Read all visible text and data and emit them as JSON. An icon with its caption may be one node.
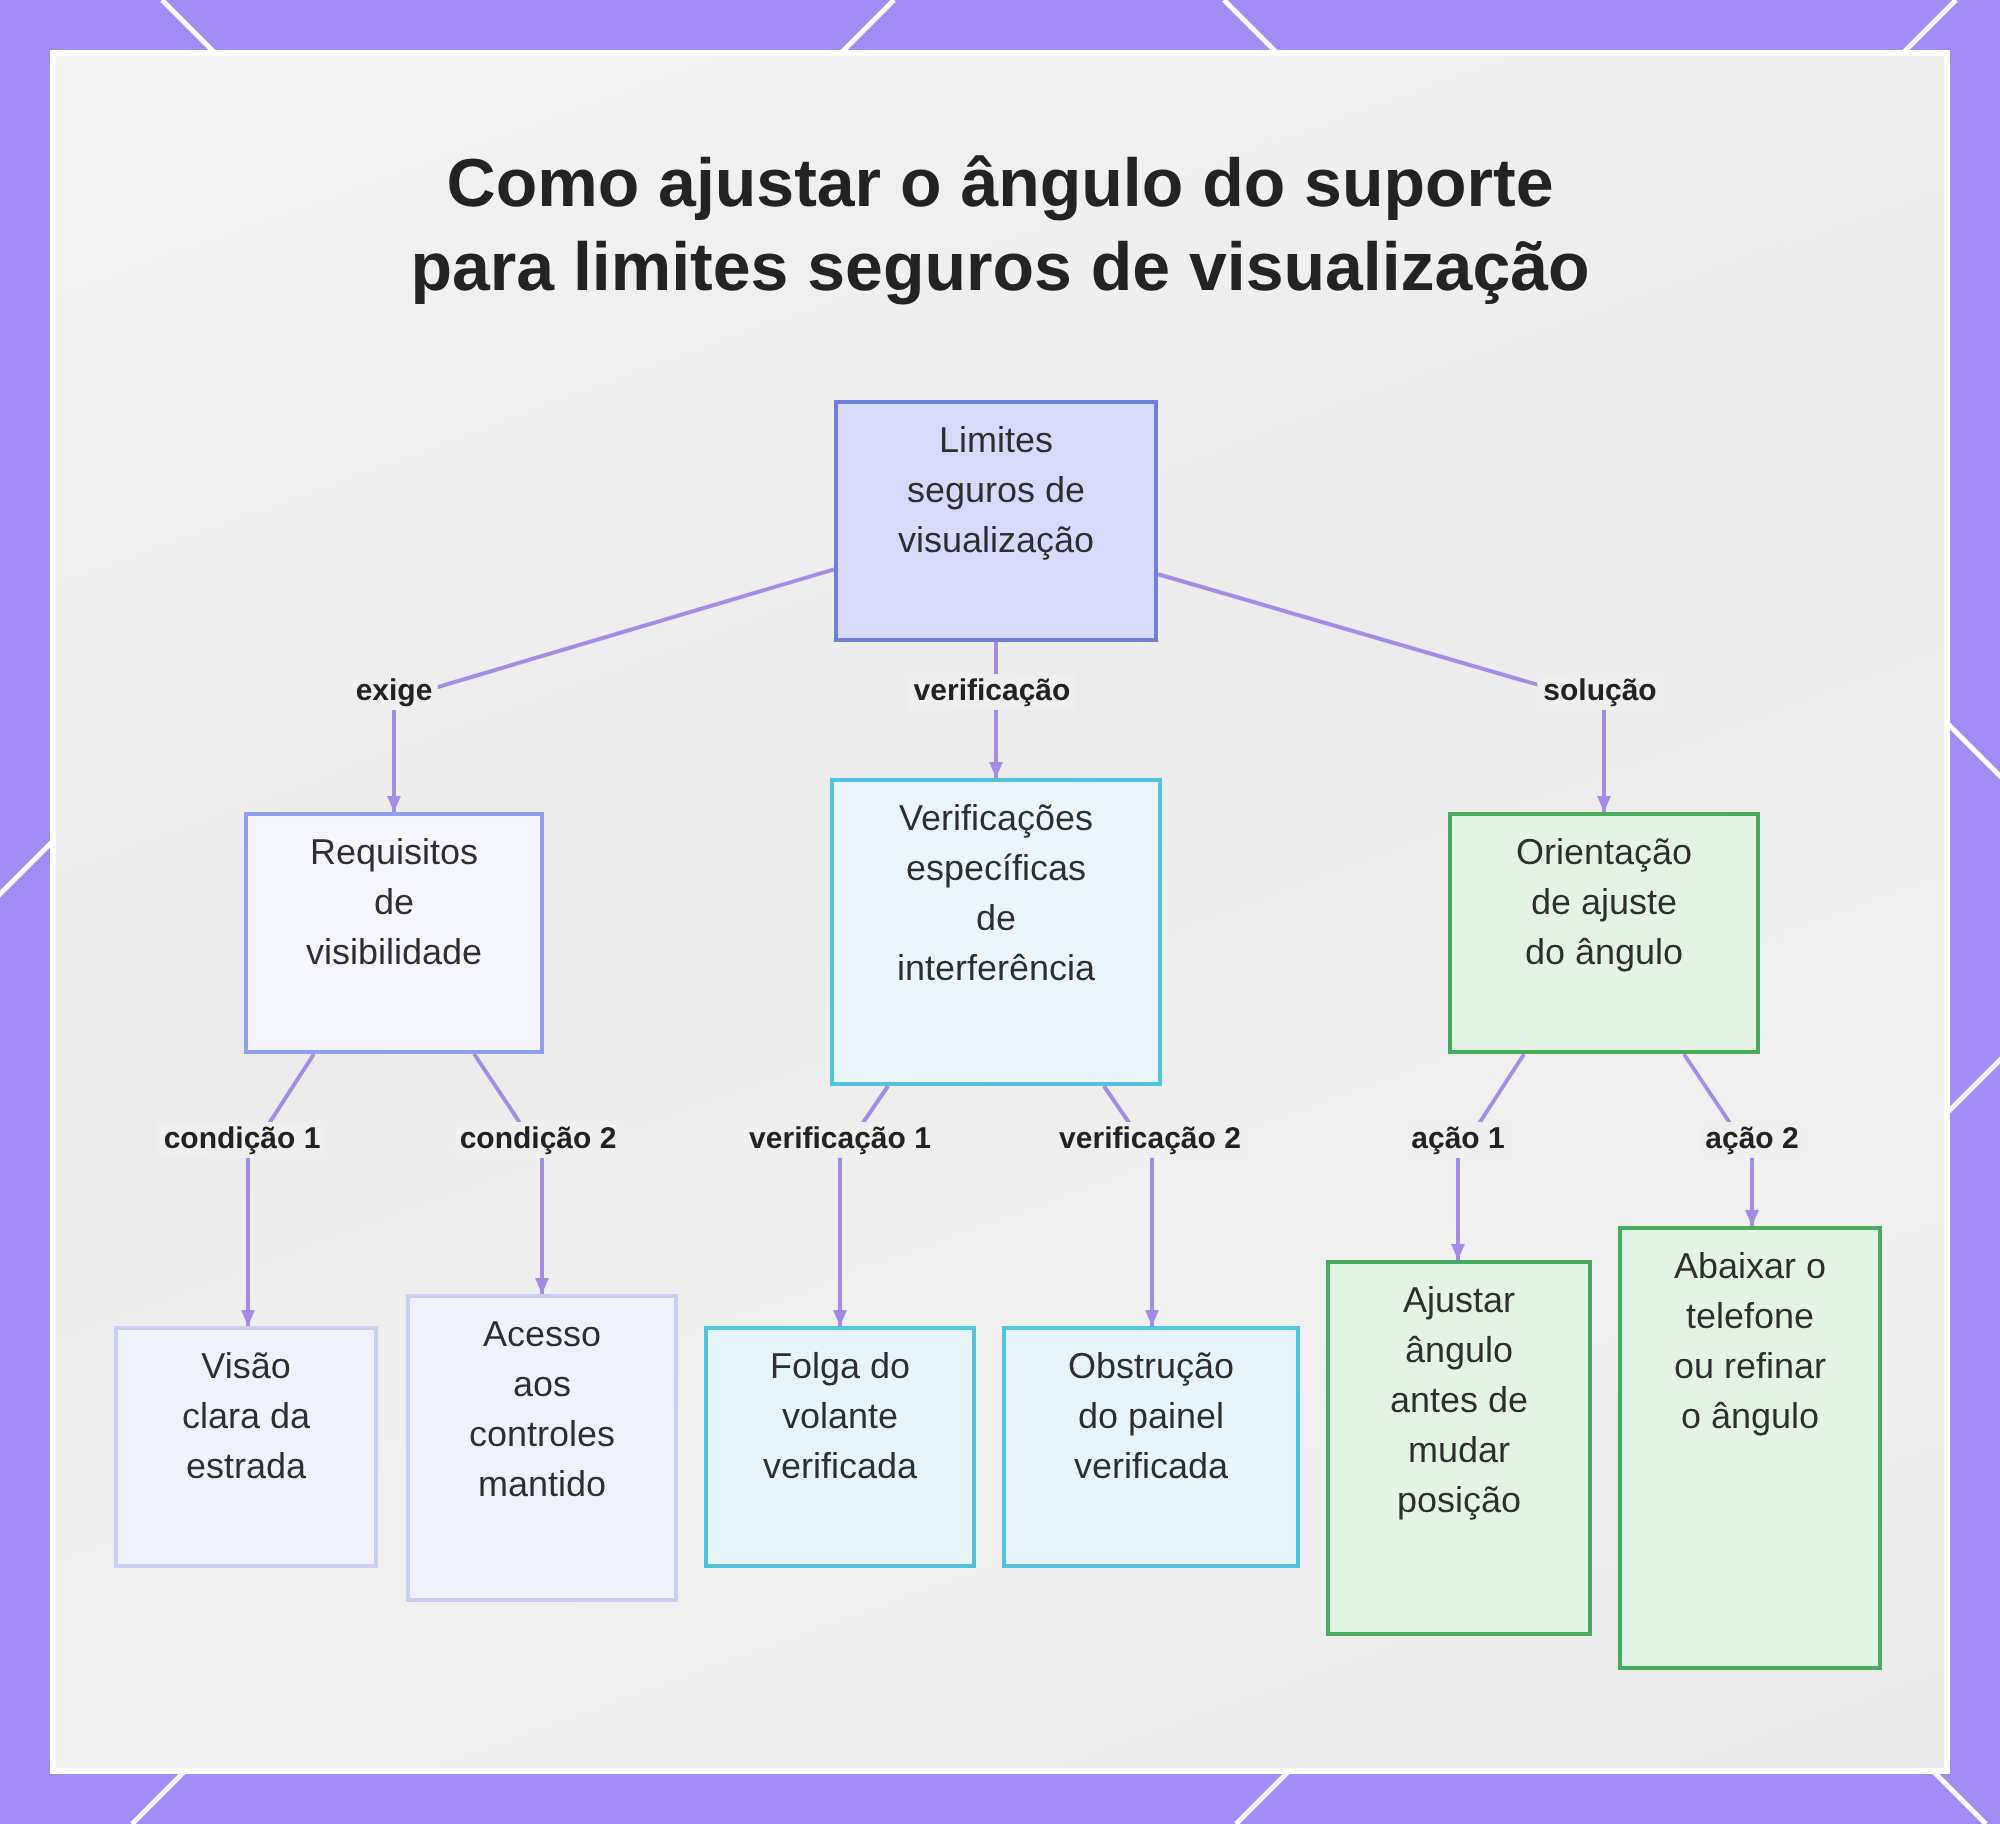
{
  "diagram": {
    "title": "Como ajustar o ângulo do suporte para limites seguros de visualização",
    "nodes": [
      {
        "text": [
          "Limites seguros de visualização"
        ]
      },
      {
        "text": [
          "Requisitos de visibilidade"
        ]
      },
      {
        "text": [
          "Verificações específicas de interferência"
        ]
      },
      {
        "text": [
          "Orientação de ajuste do ângulo"
        ]
      },
      {
        "text": [
          "Visão clara da estrada"
        ]
      },
      {
        "text": [
          "Acesso aos controles mantido"
        ]
      },
      {
        "text": [
          "Folga do volante verificada"
        ]
      },
      {
        "text": [
          "Obstrução do painel verificada"
        ]
      },
      {
        "text": [
          "Ajustar ângulo antes de mudar posição"
        ]
      },
      {
        "text": [
          "Abaixar o telefone ou refinar o ângulo"
        ]
      }
    ],
    "edges": [
      {
        "from": 0,
        "to": 1,
        "arrow": "to",
        "label": "exige"
      },
      {
        "from": 0,
        "to": 2,
        "arrow": "to",
        "label": "verificação"
      },
      {
        "from": 0,
        "to": 3,
        "arrow": "to",
        "label": "solução"
      },
      {
        "from": 1,
        "to": 4,
        "arrow": "to",
        "label": "condição 1"
      },
      {
        "from": 1,
        "to": 5,
        "arrow": "to",
        "label": "condição 2"
      },
      {
        "from": 2,
        "to": 6,
        "arrow": "to",
        "label": "verificação 1"
      },
      {
        "from": 2,
        "to": 7,
        "arrow": "to",
        "label": "verificação 2"
      },
      {
        "from": 3,
        "to": 8,
        "arrow": "to",
        "label": "ação 1"
      },
      {
        "from": 3,
        "to": 9,
        "arrow": "to",
        "label": "ação 2"
      }
    ]
  }
}
